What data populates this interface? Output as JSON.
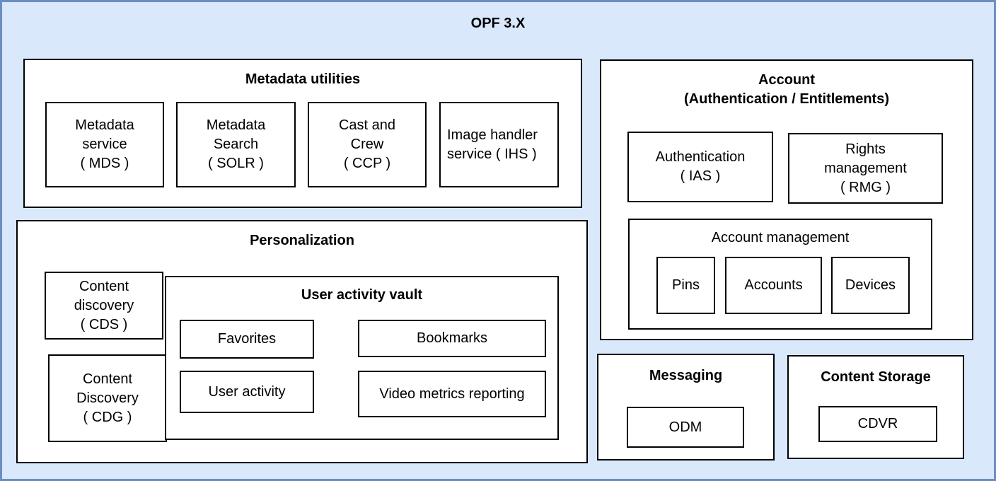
{
  "diagram": {
    "title": "OPF 3.X",
    "colors": {
      "background": "#dae8fc",
      "frame_border": "#6c8ebf",
      "box_fill": "#ffffff",
      "box_border": "#000000",
      "text": "#000000"
    },
    "metadata_utilities": {
      "title": "Metadata utilities",
      "mds": {
        "lines": [
          "Metadata",
          "service",
          "( MDS )"
        ]
      },
      "solr": {
        "lines": [
          "Metadata",
          "Search",
          "( SOLR )"
        ]
      },
      "ccp": {
        "lines": [
          "Cast and",
          "Crew",
          "( CCP )"
        ]
      },
      "ihs": {
        "lines": [
          "Image handler",
          "service ( IHS )"
        ]
      }
    },
    "personalization": {
      "title": "Personalization",
      "cds": {
        "lines": [
          "Content",
          "discovery",
          "( CDS )"
        ]
      },
      "cdg": {
        "lines": [
          "Content",
          "Discovery",
          "( CDG )"
        ]
      },
      "user_activity_vault": {
        "title": "User activity vault",
        "favorites": "Favorites",
        "bookmarks": "Bookmarks",
        "user_activity": "User activity",
        "video_metrics": "Video metrics reporting"
      }
    },
    "account": {
      "title_lines": [
        "Account",
        "(Authentication / Entitlements)"
      ],
      "ias": {
        "lines": [
          "Authentication",
          "( IAS )"
        ]
      },
      "rmg": {
        "lines": [
          "Rights",
          "management",
          "( RMG )"
        ]
      },
      "account_management": {
        "title": "Account management",
        "pins": "Pins",
        "accounts": "Accounts",
        "devices": "Devices"
      }
    },
    "messaging": {
      "title": "Messaging",
      "odm": "ODM"
    },
    "content_storage": {
      "title": "Content Storage",
      "cdvr": "CDVR"
    }
  }
}
